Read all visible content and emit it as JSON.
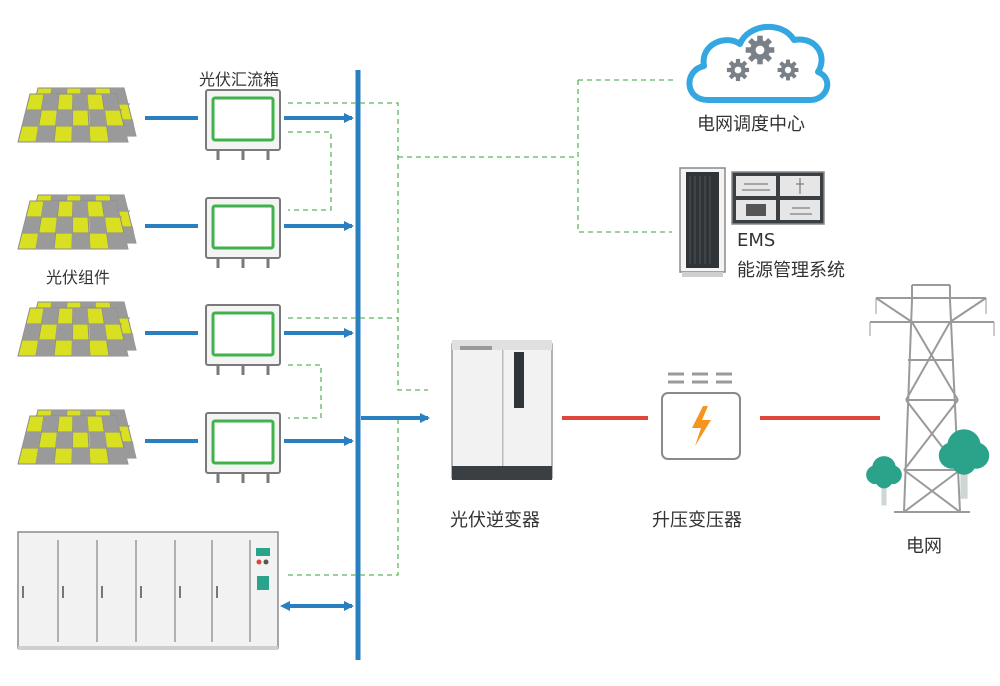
{
  "labels": {
    "combiner_box": "光伏汇流箱",
    "pv_modules": "光伏组件",
    "dispatch_center": "电网调度中心",
    "ems_title": "EMS",
    "ems_subtitle": "能源管理系统",
    "pv_inverter": "光伏逆变器",
    "step_up_transformer": "升压变压器",
    "grid": "电网"
  },
  "colors": {
    "bus": "#2a7fc1",
    "signal_dashed": "#5cb85c",
    "ac_line": "#e0453a",
    "panel_yellow": "#d9e021",
    "panel_gray": "#9a9a9a",
    "box_green": "#3fb24a",
    "tree_green": "#2aa38a",
    "cloud_blue": "#35a7e0"
  },
  "icons": {
    "panel": "solar-panel-icon",
    "combiner": "combiner-box-icon",
    "cloud": "cloud-gear-icon",
    "server": "server-rack-icon",
    "monitor": "monitor-screen-icon",
    "inverter": "inverter-cabinet-icon",
    "transformer": "transformer-icon",
    "tower": "transmission-tower-icon",
    "tree": "tree-icon",
    "storage": "battery-storage-cabinet-icon"
  }
}
